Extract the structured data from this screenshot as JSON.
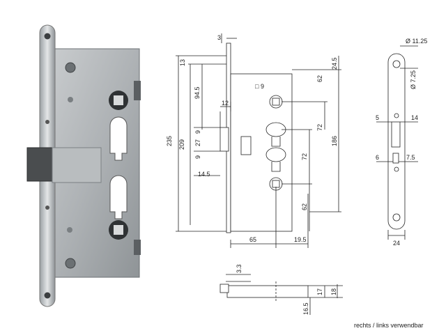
{
  "side_view": {
    "dims": {
      "top_offset": "13",
      "total_height": "235",
      "faceplate_to_lock": "3",
      "body_height": "209",
      "spindle_from_top": "94.5",
      "latch_width": "12",
      "latch_gap_a": "9",
      "latch_height": "27",
      "latch_gap_b": "9",
      "bolt_throw": "14.5",
      "backset": "65",
      "cylinder_offset": "19.5",
      "square_spindle": "9",
      "upper_cylinder_gap": "62",
      "spindle_to_cyl": "72",
      "cyl_to_cyl": "72",
      "lower_gap": "62",
      "top_right": "24.5",
      "center_span": "186"
    }
  },
  "front_view": {
    "dims": {
      "hole_top": "Ø 11.25",
      "hole_bottom": "Ø 7.25",
      "latch_left": "5",
      "latch_right": "14",
      "bolt_left": "6",
      "bolt_right": "7.5",
      "width": "24"
    }
  },
  "bottom_view": {
    "dims": {
      "offset": "3.3",
      "height_a": "17",
      "height_b": "18",
      "depth": "16.5"
    }
  },
  "caption": "rechts / links verwendbar"
}
